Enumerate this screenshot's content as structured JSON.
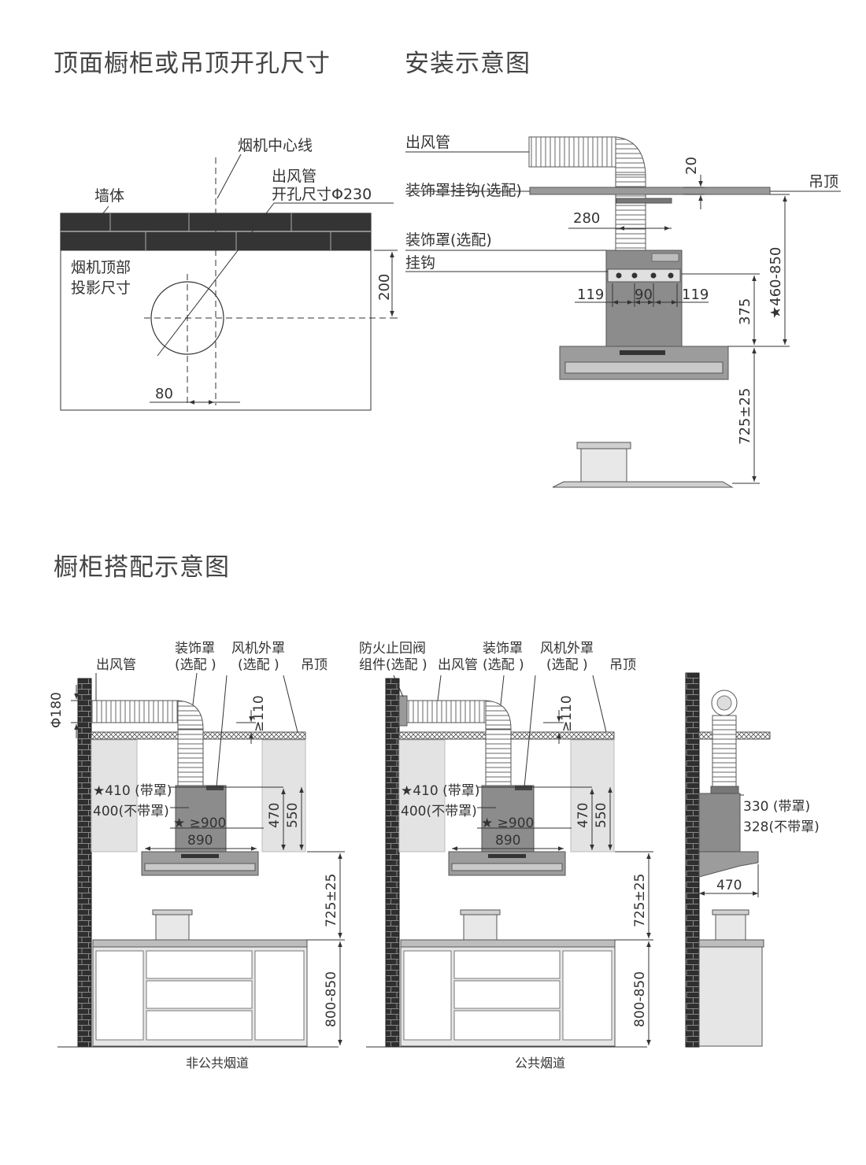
{
  "titles": {
    "top_opening": "顶面橱柜或吊顶开孔尺寸",
    "install": "安装示意图",
    "cabinet": "橱柜搭配示意图"
  },
  "opening": {
    "center_line": "烟机中心线",
    "duct_line1": "出风管",
    "duct_line2": "开孔尺寸Φ230",
    "wall": "墙体",
    "proj_line1": "烟机顶部",
    "proj_line2": "投影尺寸",
    "dim_200": "200",
    "dim_80": "80"
  },
  "install": {
    "duct": "出风管",
    "hook_opt": "装饰罩挂钩(选配)",
    "ceiling": "吊顶",
    "cover_opt": "装饰罩(选配)",
    "hook": "挂钩",
    "dim_20": "20",
    "dim_280": "280",
    "dim_119a": "119",
    "dim_90": "90",
    "dim_119b": "119",
    "dim_375": "375",
    "dim_460": "★460-850",
    "dim_725": "725±25"
  },
  "cabinet": {
    "d1": {
      "duct": "出风管",
      "cover1": "装饰罩",
      "cover2": "(选配 )",
      "fan1": "风机外罩",
      "fan2": "(选配 )",
      "ceiling": "吊顶",
      "phi180": "Φ180",
      "ge110": "≥110",
      "s410": "★410 (带罩)",
      "s400": "400(不带罩)",
      "s900": "★ ≥900",
      "s890": "890",
      "d470": "470",
      "d550": "550",
      "d725": "725±25",
      "d800": "800-850",
      "caption": "非公共烟道"
    },
    "d2": {
      "valve1": "防火止回阀",
      "valve2": "组件(选配 )",
      "duct": "出风管",
      "cover1": "装饰罩",
      "cover2": "(选配 )",
      "fan1": "风机外罩",
      "fan2": "(选配 )",
      "ceiling": "吊顶",
      "ge110": "≥110",
      "s410": "★410 (带罩)",
      "s400": "400(不带罩)",
      "s900": "★ ≥900",
      "s890": "890",
      "d470": "470",
      "d550": "550",
      "d725": "725±25",
      "d800": "800-850",
      "caption": "公共烟道"
    },
    "d3": {
      "s330": "330 (带罩)",
      "s328": "328(不带罩)",
      "d470": "470"
    }
  },
  "colors": {
    "line": "#333333",
    "wall": "#3a3a3a",
    "hood": "#8c8c8c",
    "cabinet": "#e6e6e6"
  }
}
